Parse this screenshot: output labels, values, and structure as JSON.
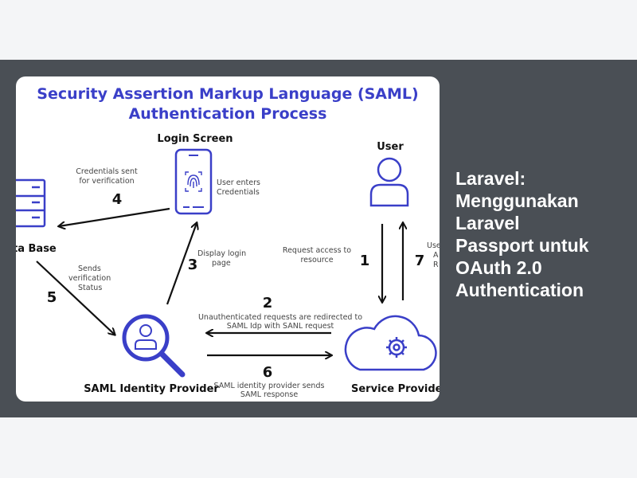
{
  "diagram": {
    "title_line1": "Security Assertion Markup Language (SAML)",
    "title_line2": "Authentication Process",
    "nodes": {
      "login_screen": "Login Screen",
      "user": "User",
      "database": "ta Base",
      "saml_idp": "SAML Identity Provider",
      "service_provider": "Service Provide"
    },
    "labels": {
      "credentials_sent_1": "Credentials sent",
      "credentials_sent_2": "for verification",
      "user_enters_1": "User enters",
      "user_enters_2": "Credentials",
      "sends_verification_1": "Sends",
      "sends_verification_2": "verification",
      "sends_verification_3": "Status",
      "display_login_1": "Display login",
      "display_login_2": "page",
      "request_access_1": "Request access to",
      "request_access_2": "resource",
      "user_access_1": "Use",
      "user_access_2": "A",
      "user_access_3": "R",
      "unauth_1": "Unauthenticated requests are redirected to",
      "unauth_2": "SAML Idp with SANL request",
      "idp_sends_1": "SAML identity provider sends",
      "idp_sends_2": "SAML response"
    },
    "steps": [
      "1",
      "2",
      "3",
      "4",
      "5",
      "6",
      "7"
    ]
  },
  "side_title_lines": [
    "Laravel:",
    "Menggunakan",
    "Laravel",
    "Passport untuk",
    "OAuth 2.0",
    "Authentication"
  ],
  "colors": {
    "accent": "#3a3fc8",
    "band": "#4a4f55",
    "page": "#f4f5f7"
  }
}
